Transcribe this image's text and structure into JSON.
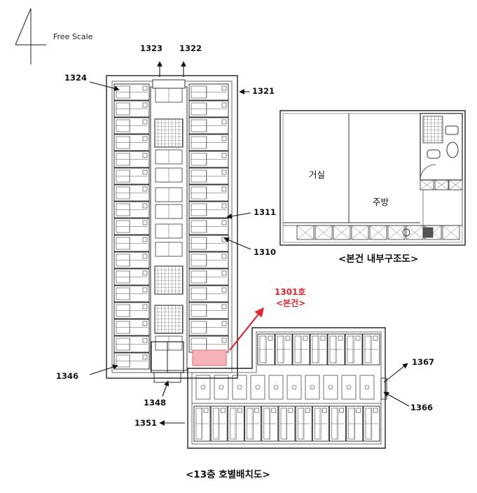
{
  "scale_note": "Free Scale",
  "north_mark": "4",
  "unit_labels": {
    "u1321": "1321",
    "u1322": "1322",
    "u1323": "1323",
    "u1324": "1324",
    "u1311": "1311",
    "u1310": "1310",
    "u1346": "1346",
    "u1348": "1348",
    "u1351": "1351",
    "u1366": "1366",
    "u1367": "1367"
  },
  "highlight_unit": {
    "number": "1301호",
    "tag": "<본건>"
  },
  "interior_plan": {
    "title": "<본건 내부구조도>",
    "living_room": "거실",
    "kitchen": "주방"
  },
  "floor_plan_title": "<13층 호별배치도>",
  "colors": {
    "highlight": "#e8222a",
    "highlight_fill": "#f7b3b7",
    "line": "#222222"
  }
}
